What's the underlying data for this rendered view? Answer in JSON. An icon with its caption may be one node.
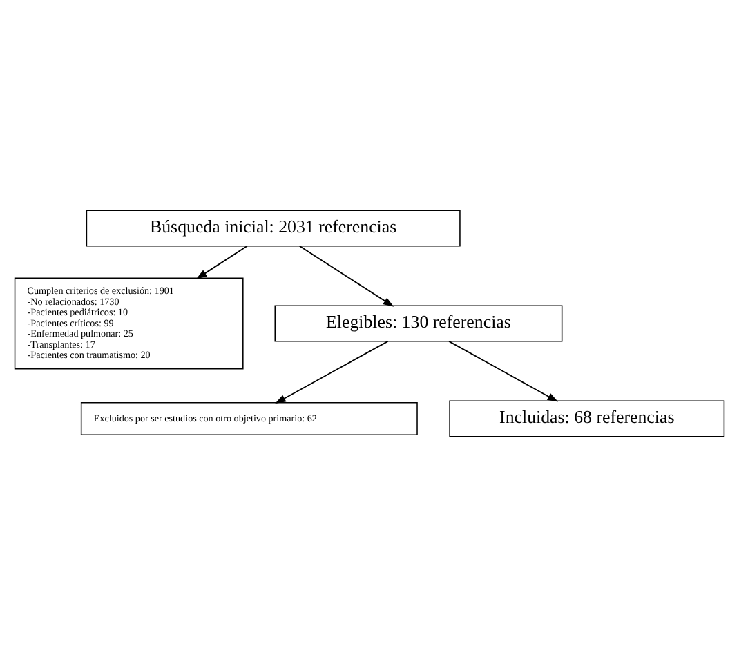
{
  "diagram": {
    "nodes": [
      {
        "text": [
          "Búsqueda inicial: 2031 referencias"
        ]
      },
      {
        "text": [
          "Cumplen criterios de exclusión: 1901",
          "-No relacionados: 1730",
          "-Pacientes pediátricos: 10",
          "-Pacientes críticos: 99",
          "-Enfermedad pulmonar: 25",
          "-Transplantes: 17",
          "-Pacientes con traumatismo: 20"
        ]
      },
      {
        "text": [
          "Elegibles: 130 referencias"
        ]
      },
      {
        "text": [
          "Excluidos por ser estudios con otro objetivo primario: 62"
        ]
      },
      {
        "text": [
          "Incluidas: 68 referencias"
        ]
      }
    ],
    "edges": [
      {
        "from": 0,
        "to": 2,
        "arrow": "to"
      },
      {
        "from": 0,
        "to": 1,
        "arrow": "to"
      },
      {
        "from": 2,
        "to": 4,
        "arrow": "to"
      },
      {
        "from": 2,
        "to": 3,
        "arrow": "to"
      }
    ]
  }
}
